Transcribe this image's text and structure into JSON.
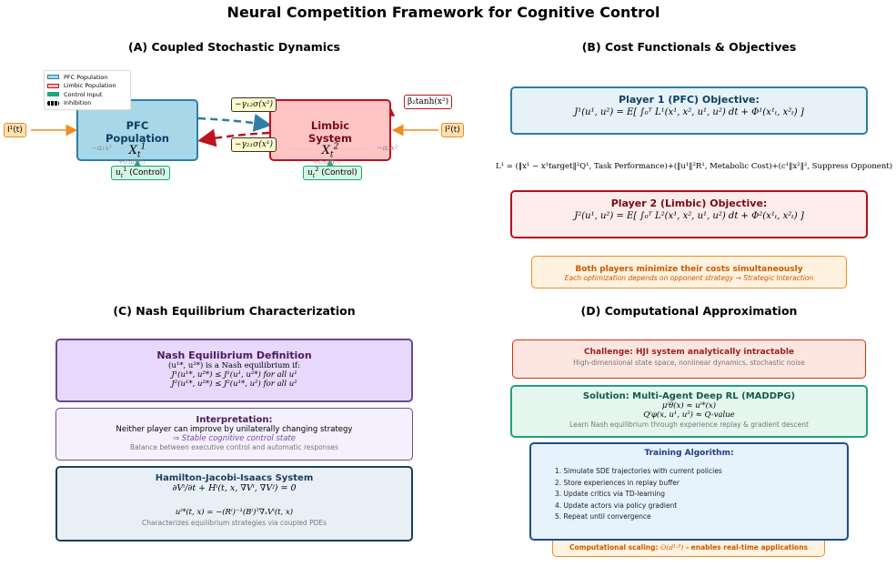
{
  "title": "Neural Competition Framework for Cognitive Control",
  "panels": {
    "a": {
      "title": "(A) Coupled Stochastic Dynamics",
      "legend": [
        {
          "label": "PFC Population",
          "color": "#a8d8e8",
          "border": "#2e7ea6"
        },
        {
          "label": "Limbic Population",
          "color": "#ffc4c4",
          "border": "#c0121e"
        },
        {
          "label": "Control Input",
          "color": "#1ea37a",
          "border": "#1ea37a"
        },
        {
          "label": "Inhibition",
          "color": "#000000",
          "border": "#000000"
        }
      ],
      "pfc": {
        "title_line1": "PFC",
        "title_line2": "Population",
        "state": "X",
        "state_sub": "t",
        "state_sup": "1",
        "decay": "−α₁x¹",
        "noise": "+σ₁dW¹ₜ"
      },
      "limbic": {
        "title_line1": "Limbic",
        "title_line2": "System",
        "state": "X",
        "state_sub": "t",
        "state_sup": "2",
        "decay": "−α₂x²",
        "noise": "+σ₂dW²ₜ"
      },
      "input1": "I¹(t)",
      "input2": "I²(t)",
      "control1": {
        "var": "u",
        "sub": "t",
        "sup": "1",
        "label": " (Control)"
      },
      "control2": {
        "var": "u",
        "sub": "t",
        "sup": "2",
        "label": " (Control)"
      },
      "coupling12": "−γ₁₂σ(x²)",
      "coupling21": "−γ₂₁σ(x¹)",
      "self_excitation": "β₂tanh(x²)",
      "colors": {
        "pfc_arrow": "#2e7ea6",
        "limbic_arrow": "#c0121e",
        "input_arrow": "#f08c1e",
        "control_arrow": "#1ea37a"
      }
    },
    "b": {
      "title": "(B) Cost Functionals & Objectives",
      "player1": {
        "title": "Player 1 (PFC) Objective:",
        "equation": "J¹(u¹, u²) = E[ ∫₀ᵀ L¹(x¹, x², u¹, u²) dt + Φ¹(x¹ₜ, x²ₜ) ]"
      },
      "loss": "L¹ = (‖x¹ − x¹target‖²Q¹, Task Performance)+(‖u¹‖²R¹, Metabolic Cost)+(c¹‖x²‖², Suppress Opponent)",
      "player2": {
        "title": "Player 2 (Limbic) Objective:",
        "equation": "J²(u¹, u²) = E[ ∫₀ᵀ L²(x¹, x², u¹, u²) dt + Φ²(x¹ₜ, x²ₜ) ]"
      },
      "simultaneous": {
        "title": "Both players minimize their costs simultaneously",
        "subtitle": "Each optimization depends on opponent strategy → Strategic Interaction"
      }
    },
    "c": {
      "title": "(C) Nash Equilibrium Characterization",
      "definition": {
        "title": "Nash Equilibrium Definition",
        "lines": [
          "(u¹*, u²*) is a Nash equilibrium if:",
          "J¹(u¹*, u²*) ≤ J¹(u¹, u²*) for all u¹",
          "J²(u¹*, u²*) ≤ J²(u¹*, u²) for all u²"
        ]
      },
      "interpretation": {
        "title": "Interpretation:",
        "line1": "Neither player can improve by unilaterally changing strategy",
        "line2": "⇒  Stable cognitive control state",
        "line3": "Balance between executive control and automatic responses"
      },
      "hji": {
        "title": "Hamilton-Jacobi-Isaacs System",
        "equation1": "∂Vⁱ/∂t + Hⁱ(t, x, ∇Vⁱ, ∇Vʲ) = 0",
        "equation2": "uⁱ*(t, x) = −(Rⁱ)⁻¹(Bⁱ)ᵀ∇ₓVⁱ(t, x)",
        "caption": "Characterizes equilibrium strategies via coupled PDEs"
      }
    },
    "d": {
      "title": "(D) Computational Approximation",
      "challenge": {
        "title": "Challenge: HJI system analytically intractable",
        "subtitle": "High-dimensional state space, nonlinear dynamics, stochastic noise"
      },
      "solution": {
        "title": "Solution: Multi-Agent Deep RL (MADDPG)",
        "line1": "μⁱθ(x) ≈ uⁱ*(x)",
        "line2": "Qⁱφ(x, u¹, u²) ≈  Q-value",
        "caption": "Learn Nash equilibrium through experience replay & gradient descent"
      },
      "training": {
        "title": "Training Algorithm:",
        "steps": [
          "1. Simulate SDE trajectories with current policies",
          "2. Store experiences in replay buffer",
          "3. Update critics via TD-learning",
          "4. Update actors via policy gradient",
          "5. Repeat until convergence"
        ]
      },
      "scaling": {
        "prefix": "Computational scaling: ",
        "complexity": "O(d¹·⁹)",
        "suffix": " - enables real-time applications"
      }
    }
  }
}
